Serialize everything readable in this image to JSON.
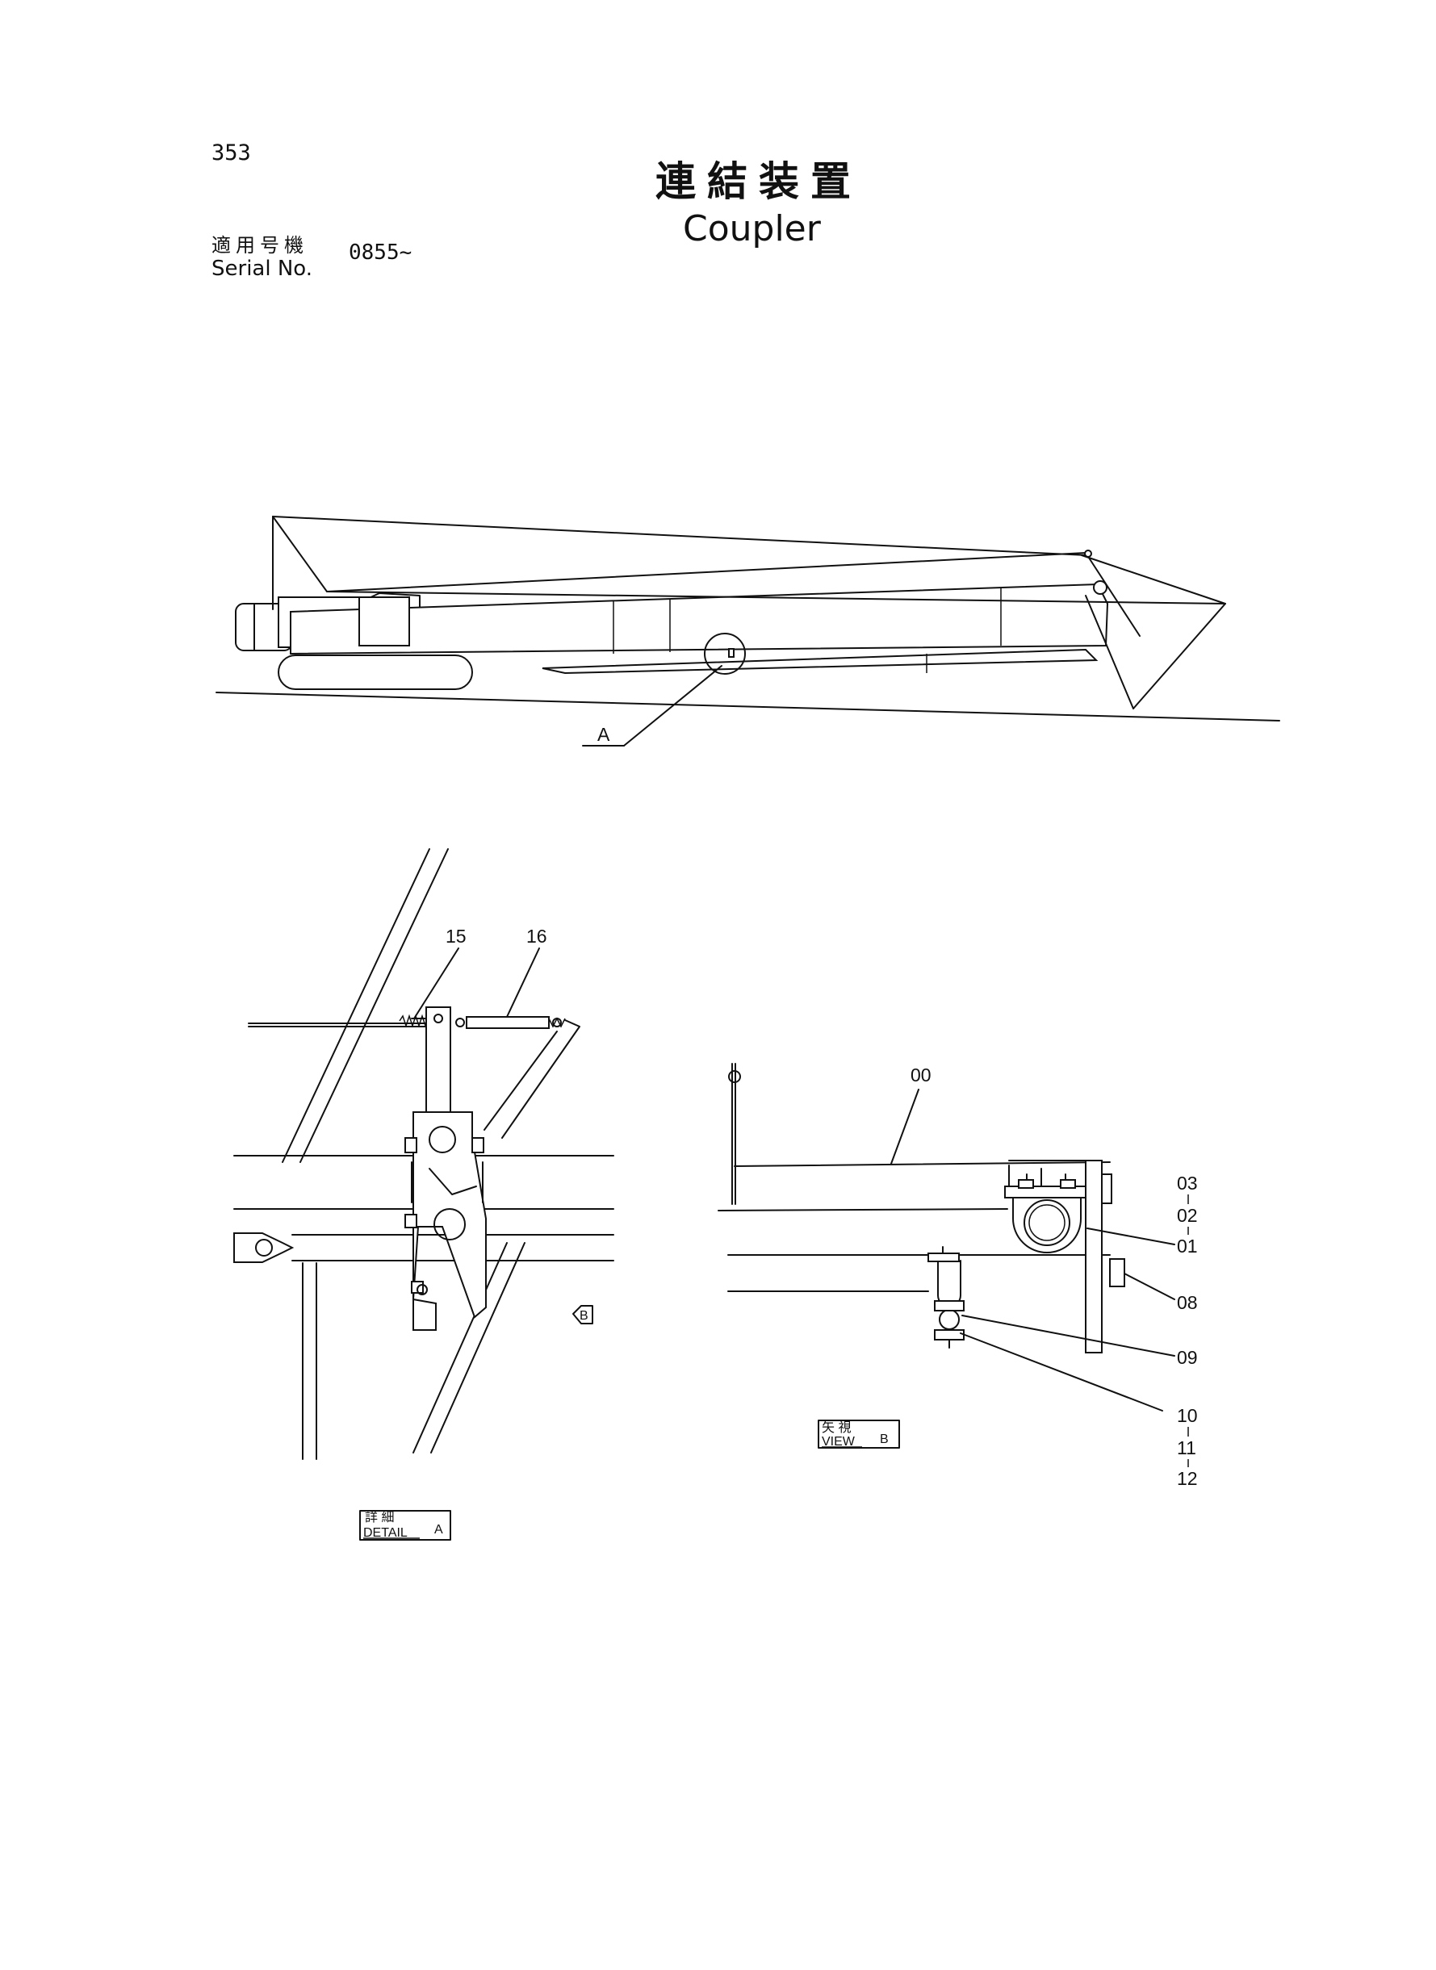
{
  "header": {
    "page_number": "353",
    "title_jp": "連結装置",
    "title_en": "Coupler",
    "serial_label_jp": "適用号機",
    "serial_label_en": "Serial No.",
    "serial_value": "0855~"
  },
  "overview": {
    "callout_a": "A"
  },
  "detail_a": {
    "callouts": [
      "15",
      "16"
    ],
    "view_marker": "B",
    "box_jp": "詳 細",
    "box_en": "DETAIL",
    "box_letter": "A"
  },
  "view_b": {
    "callouts": [
      "00",
      "03",
      "02",
      "01",
      "08",
      "09",
      "10",
      "11",
      "12"
    ],
    "box_jp": "矢 視",
    "box_en": "VIEW",
    "box_letter": "B"
  }
}
